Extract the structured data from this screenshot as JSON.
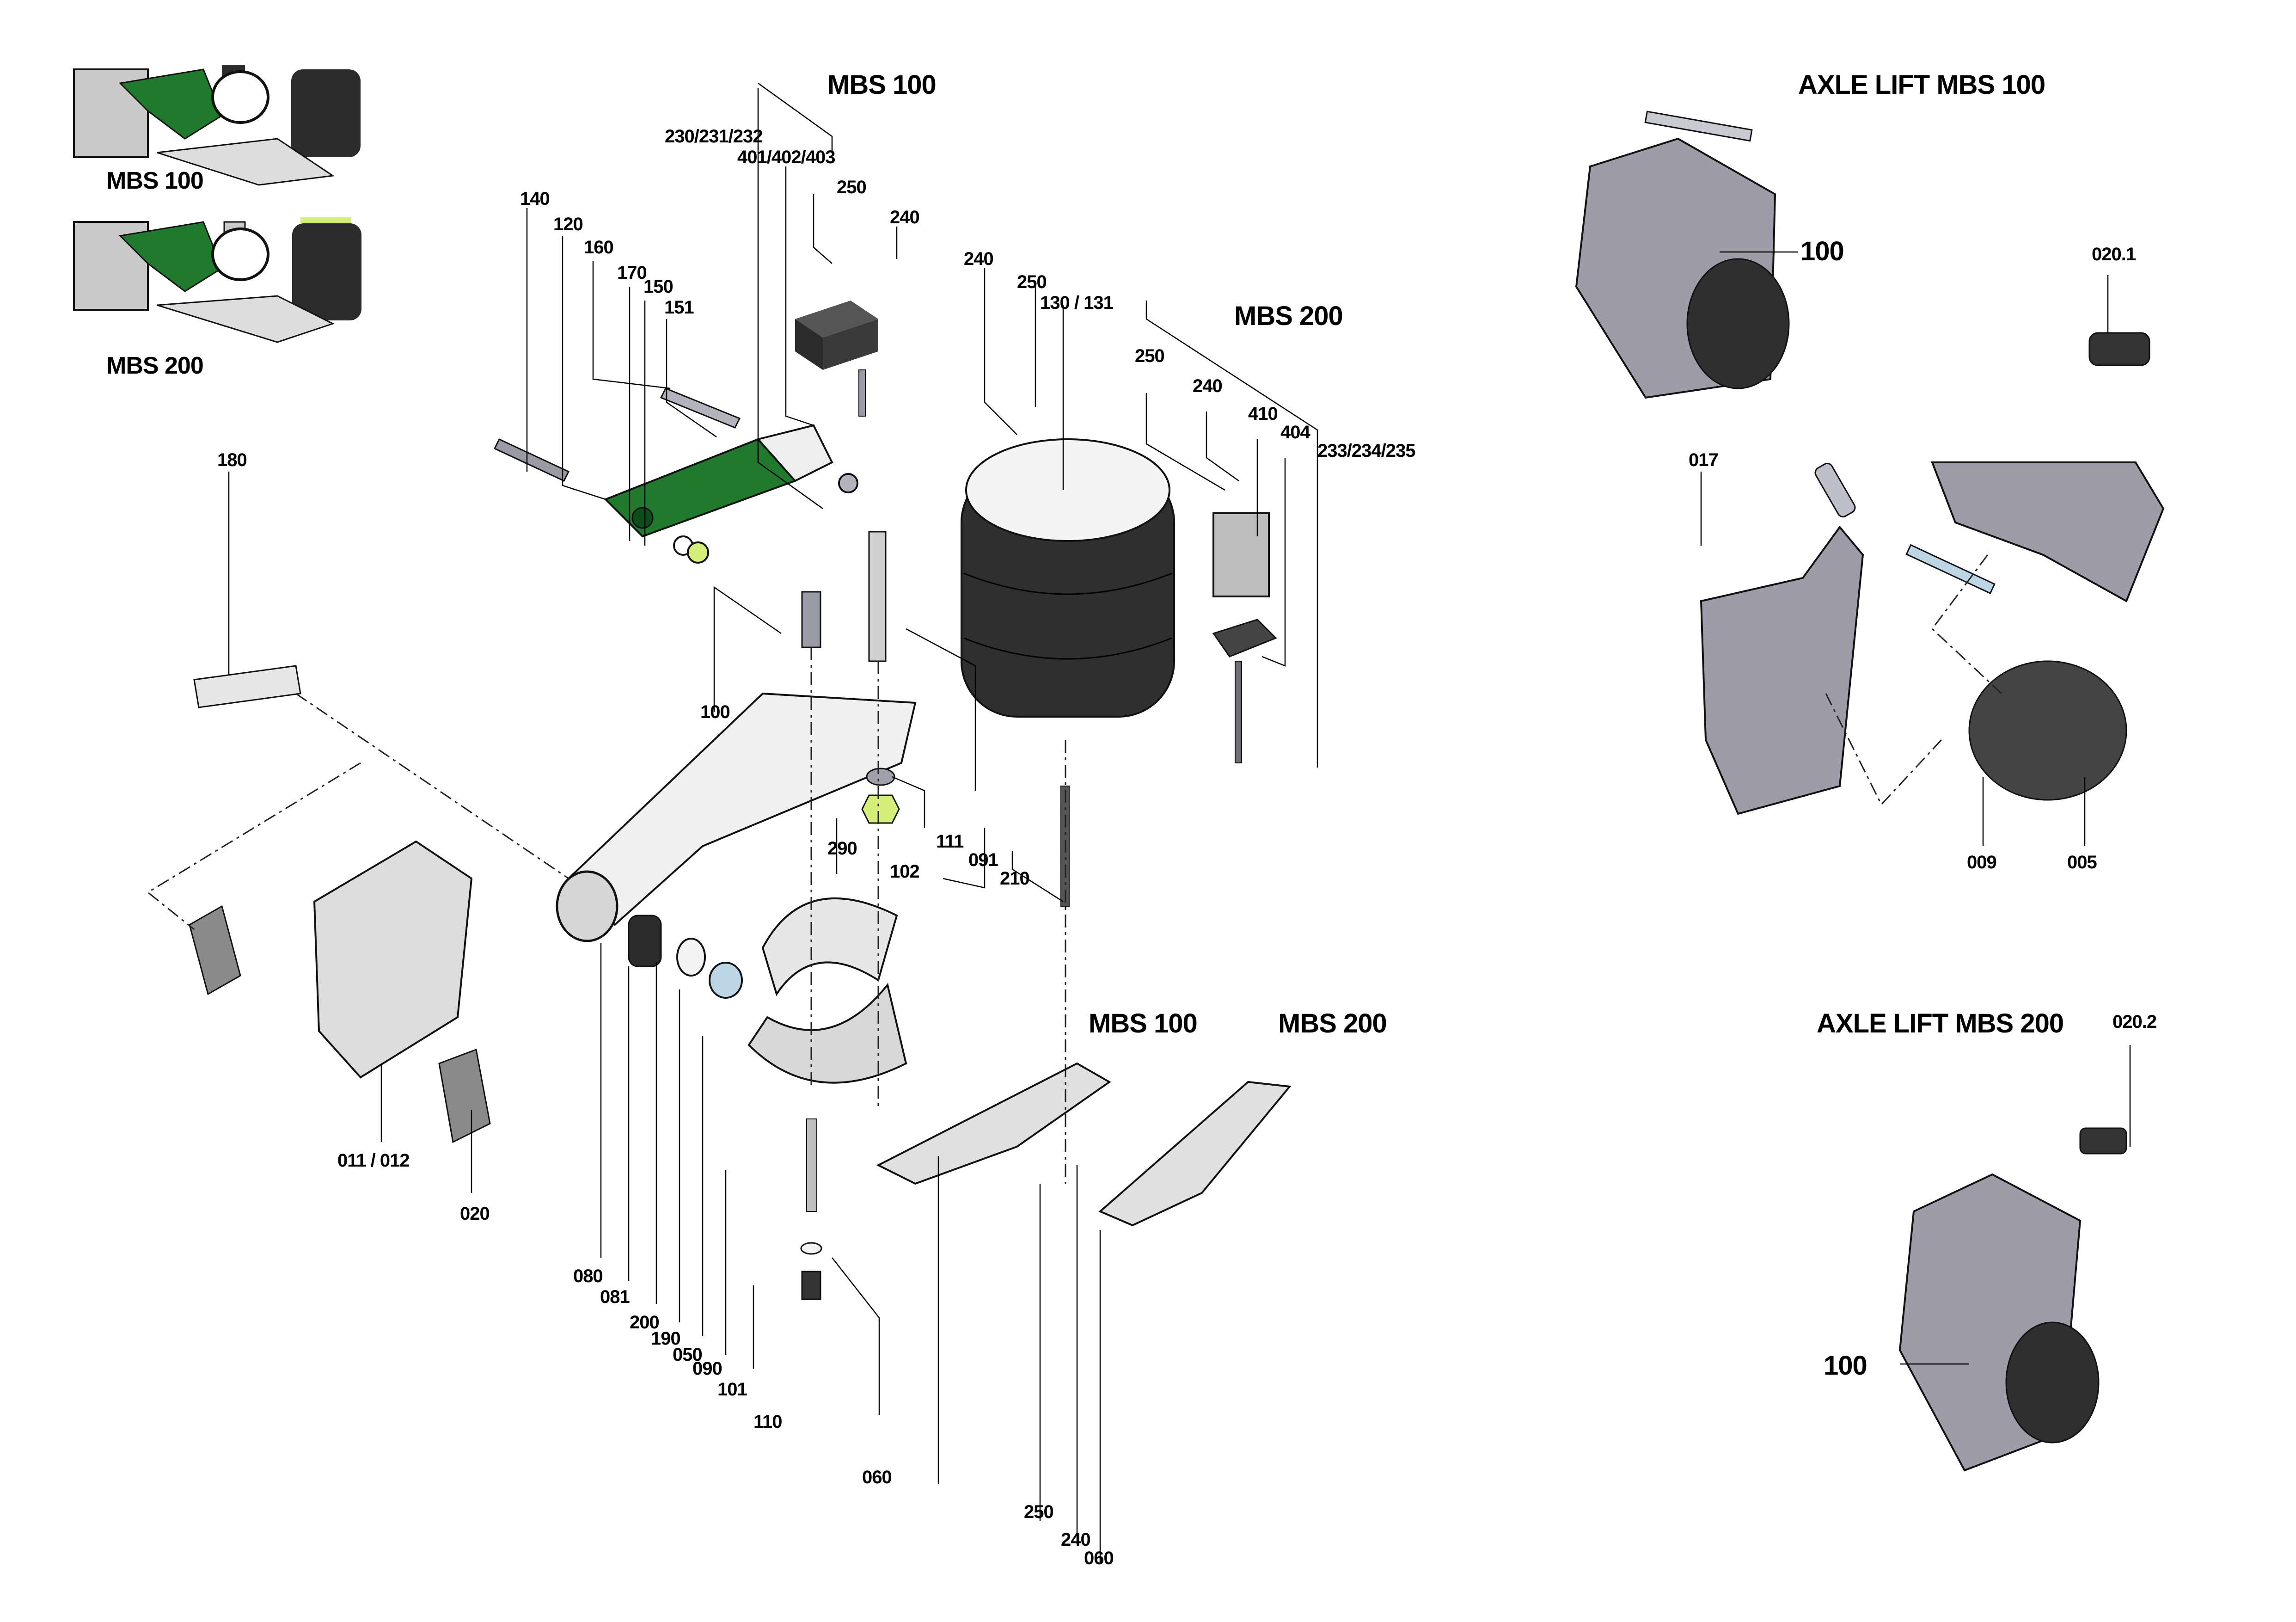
{
  "colors": {
    "background": "#ffffff",
    "label_text": "#000000",
    "shock_green": "#1f7a2e",
    "highlight_yellow_green": "#d4f07a",
    "air_bellow_black": "#2b2b2b",
    "steel_grey": "#a9a9b3",
    "bracket_grey": "#9d9ca8",
    "light_blue_bolt": "#bcd6e6",
    "part_white": "#efefef"
  },
  "thumbnails": [
    {
      "caption": "MBS 100"
    },
    {
      "caption": "MBS 200"
    }
  ],
  "main_assembly": {
    "group_titles": {
      "mbs100_top": "MBS 100",
      "mbs200_top": "MBS 200",
      "mbs100_bottom": "MBS 100",
      "mbs200_bottom": "MBS 200"
    },
    "callouts": {
      "p230": "230/231/232",
      "p401": "401/402/403",
      "p250a": "250",
      "p240a": "240",
      "p240b": "240",
      "p250b": "250",
      "p130": "130 / 131",
      "p250c": "250",
      "p240c": "240",
      "p410": "410",
      "p404": "404",
      "p233": "233/234/235",
      "p140": "140",
      "p120": "120",
      "p160": "160",
      "p170": "170",
      "p150": "150",
      "p151": "151",
      "p180": "180",
      "p100": "100",
      "p111": "111",
      "p091": "091",
      "p102": "102",
      "p210": "210",
      "p290": "290",
      "p011": "011 / 012",
      "p020": "020",
      "p080": "080",
      "p081": "081",
      "p200": "200",
      "p190": "190",
      "p050": "050",
      "p090": "090",
      "p101": "101",
      "p110": "110",
      "p060a": "060",
      "p250d": "250",
      "p240d": "240",
      "p060b": "060"
    }
  },
  "axle_lift_mbs100": {
    "title": "AXLE LIFT MBS 100",
    "callouts": {
      "p100": "100",
      "p020_1": "020.1",
      "p017": "017",
      "p009": "009",
      "p005": "005"
    }
  },
  "axle_lift_mbs200": {
    "title": "AXLE LIFT MBS 200",
    "callouts": {
      "p020_2": "020.2",
      "p100": "100"
    }
  }
}
